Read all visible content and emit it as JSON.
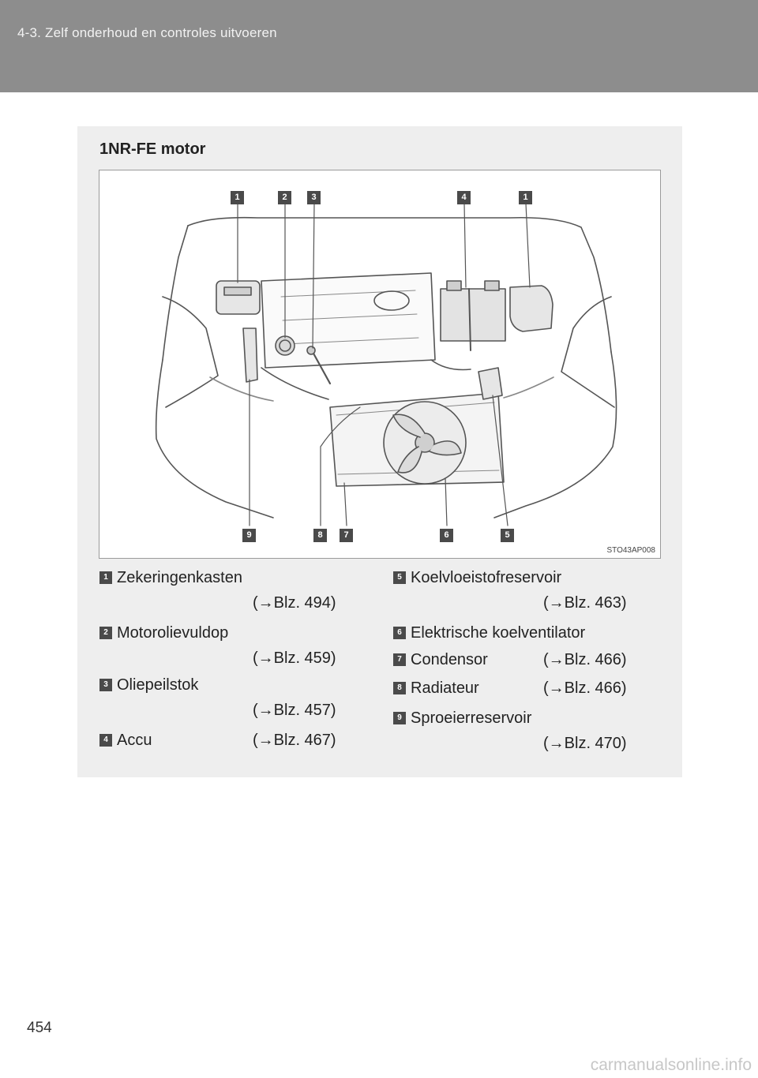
{
  "header": {
    "section_title": "4-3. Zelf onderhoud en controles uitvoeren"
  },
  "panel": {
    "title": "1NR-FE motor",
    "figure_code": "STO43AP008",
    "callouts_top": [
      "1",
      "2",
      "3",
      "4",
      "1"
    ],
    "callouts_bottom": [
      "9",
      "8",
      "7",
      "6",
      "5"
    ]
  },
  "legend": [
    {
      "num": "1",
      "label": "Zekeringenkasten",
      "ref": "(→Blz. 494)"
    },
    {
      "num": "2",
      "label": "Motorolievuldop",
      "ref": "(→Blz. 459)"
    },
    {
      "num": "3",
      "label": "Oliepeilstok",
      "ref": "(→Blz. 457)"
    },
    {
      "num": "4",
      "label": "Accu",
      "ref": "(→Blz. 467)"
    },
    {
      "num": "5",
      "label": "Koelvloeistofreservoir",
      "ref": "(→Blz. 463)"
    },
    {
      "num": "6",
      "label": "Elektrische koelventilator",
      "ref": ""
    },
    {
      "num": "7",
      "label": "Condensor",
      "ref": "(→Blz. 466)"
    },
    {
      "num": "8",
      "label": "Radiateur",
      "ref": "(→Blz. 466)"
    },
    {
      "num": "9",
      "label": "Sproeierreservoir",
      "ref": "(→Blz. 470)"
    }
  ],
  "page_number": "454",
  "watermark": "carmanualsonline.info"
}
